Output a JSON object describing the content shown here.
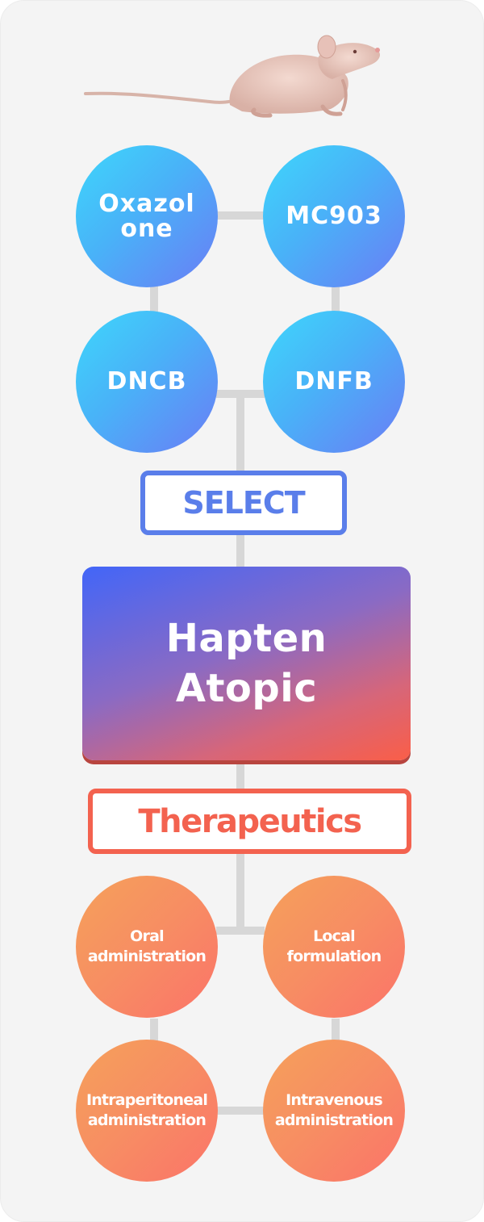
{
  "models": [
    {
      "label": "Oxazol\none"
    },
    {
      "label": "MC903"
    },
    {
      "label": "DNCB"
    },
    {
      "label": "DNFB"
    }
  ],
  "select_label": "SELECT",
  "main": {
    "line1": "Hapten",
    "line2": "Atopic"
  },
  "therapeutics_label": "Therapeutics",
  "routes": [
    {
      "label": "Oral\nadministration"
    },
    {
      "label": "Local\nformulation"
    },
    {
      "label": "Intraperitoneal\nadministration"
    },
    {
      "label": "Intravenous\nadministration"
    }
  ],
  "colors": {
    "select_accent": "#5a7eea",
    "therapeutics_accent": "#f3624f",
    "connector": "#d7d7d7"
  },
  "icons": {
    "animal": "hairless-mouse-icon"
  }
}
